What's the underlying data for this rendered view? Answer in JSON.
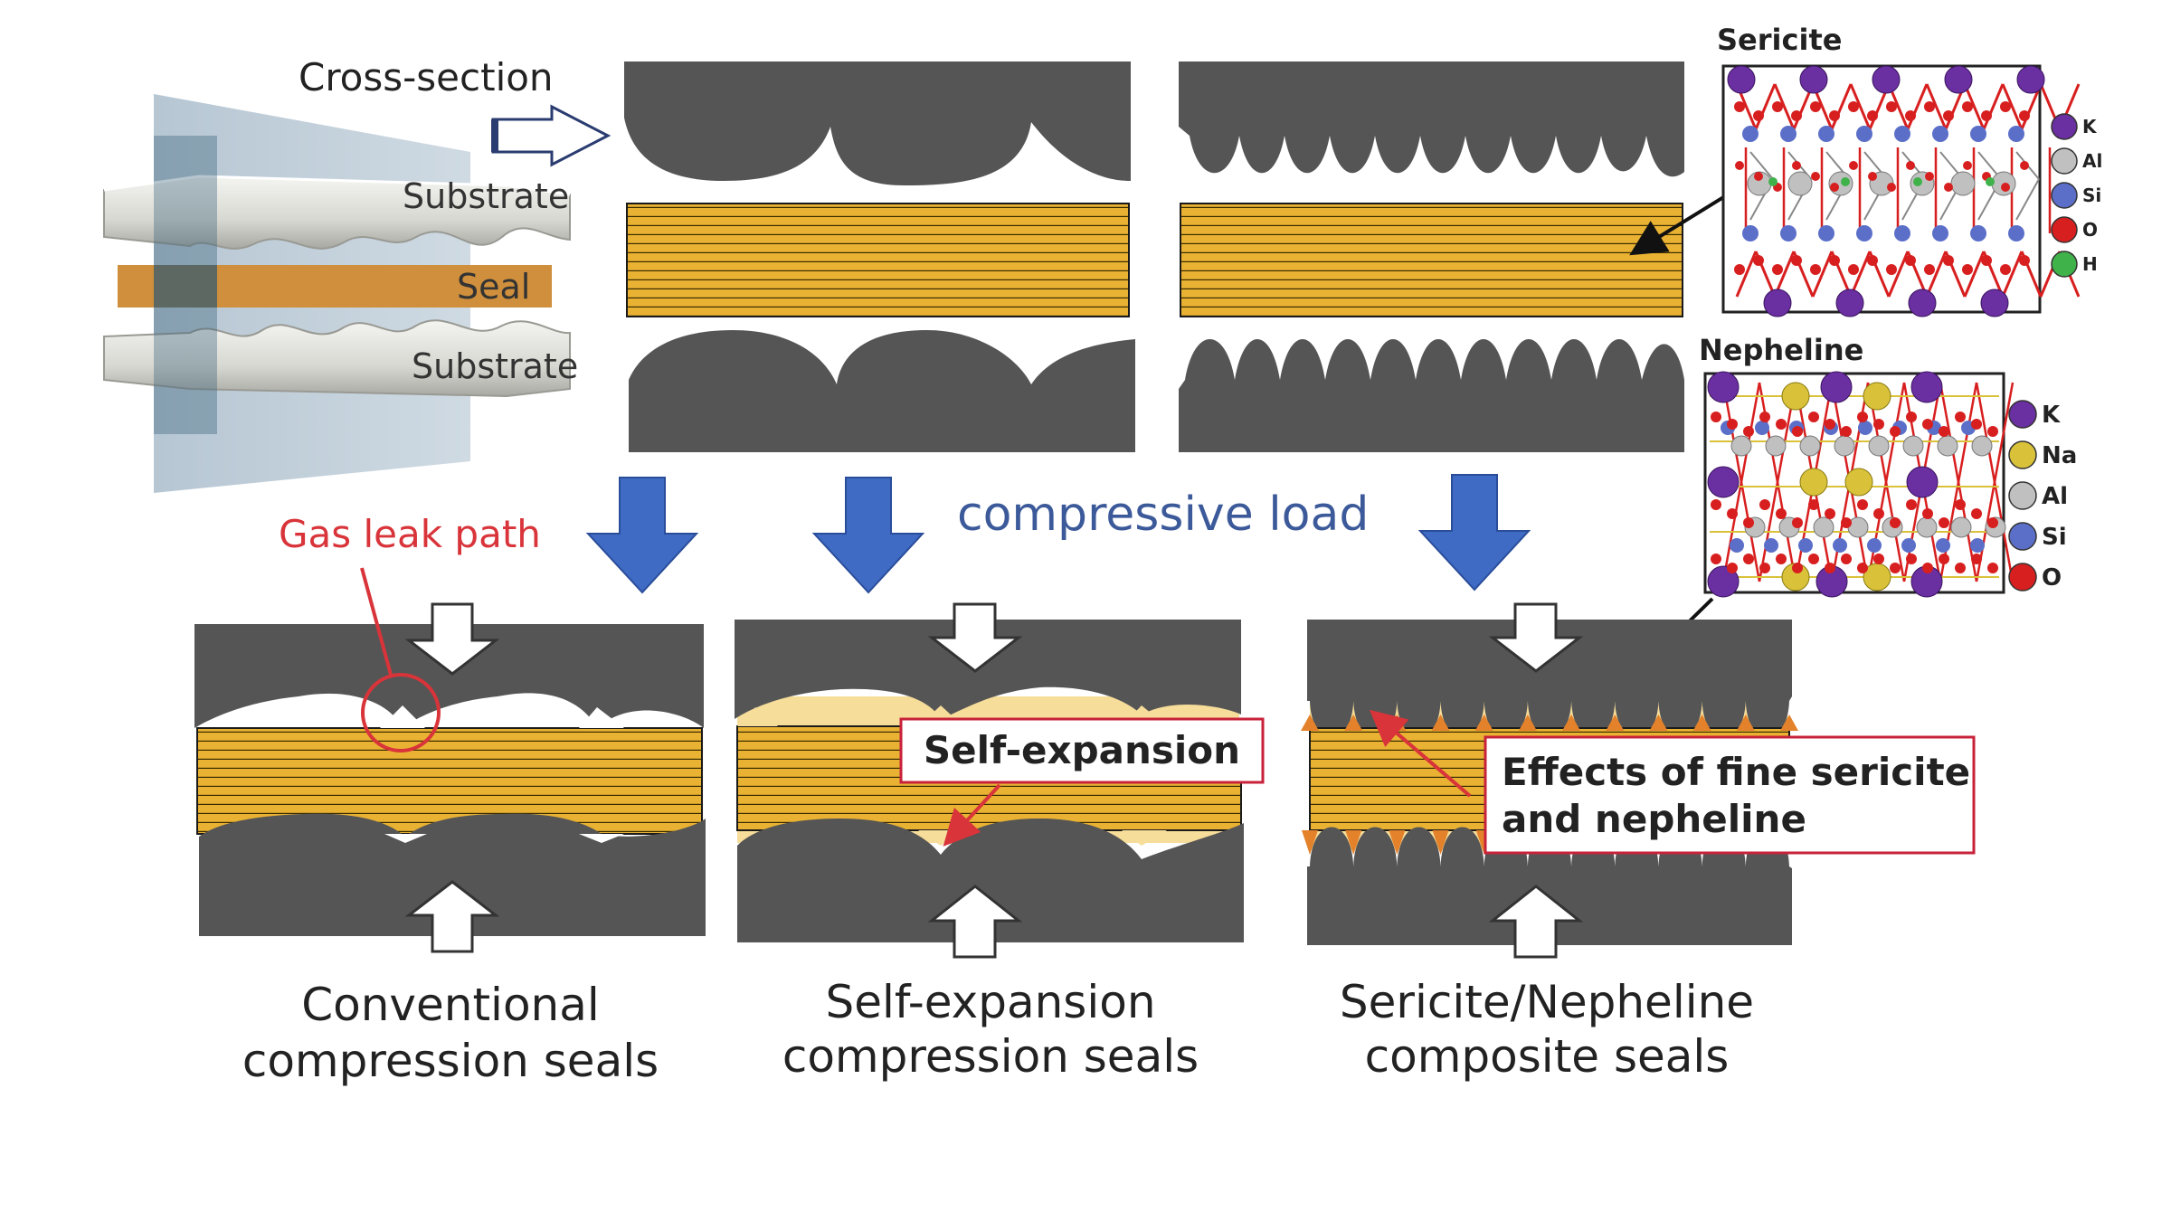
{
  "labels": {
    "cross_section": "Cross-section",
    "substrate_top": "Substrate",
    "seal": "Seal",
    "substrate_bottom": "Substrate",
    "gas_leak_path": "Gas leak path",
    "compressive_load": "compressive load",
    "self_expansion_callout": "Self-expansion",
    "effects_line1": "Effects of fine sericite",
    "effects_line2": "and nepheline",
    "caption_conventional_1": "Conventional",
    "caption_conventional_2": "compression seals",
    "caption_selfexp_1": "Self-expansion",
    "caption_selfexp_2": "compression seals",
    "caption_composite_1": "Sericite/Nepheline",
    "caption_composite_2": "composite seals"
  },
  "sericite": {
    "title": "Sericite",
    "legend": [
      {
        "symbol": "K",
        "color": "#6a2fa0"
      },
      {
        "symbol": "Al",
        "color": "#c0c0c0"
      },
      {
        "symbol": "Si",
        "color": "#5b6fc9"
      },
      {
        "symbol": "O",
        "color": "#d81f1f"
      },
      {
        "symbol": "H",
        "color": "#3fb24a"
      }
    ]
  },
  "nepheline": {
    "title": "Nepheline",
    "legend": [
      {
        "symbol": "K",
        "color": "#6a2fa0"
      },
      {
        "symbol": "Na",
        "color": "#d9c23a"
      },
      {
        "symbol": "Al",
        "color": "#c0c0c0"
      },
      {
        "symbol": "Si",
        "color": "#5b6fc9"
      },
      {
        "symbol": "O",
        "color": "#d81f1f"
      }
    ]
  },
  "colors": {
    "substrate": "#555555",
    "seal": "#e9b233",
    "seal_lines": "#2a2000",
    "arrow_blue": "#3f6bc4",
    "callout_red": "#c8223a",
    "gas_leak_red": "#d8343a",
    "compressive_text": "#3c5a9a",
    "fill_light": "#f7dd9a",
    "fill_orange": "#e3822a"
  }
}
